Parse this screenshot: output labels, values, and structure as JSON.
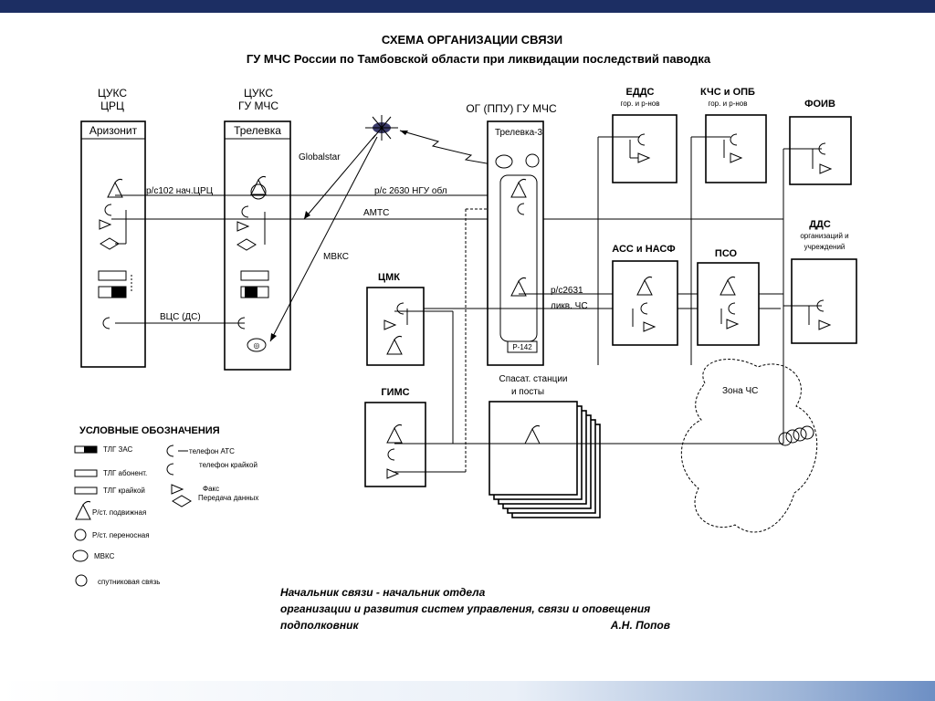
{
  "title": {
    "line1": "СХЕМА ОРГАНИЗАЦИИ СВЯЗИ",
    "line2": "ГУ МЧС России по Тамбовской области при ликвидации последствий паводка"
  },
  "nodes": {
    "cuks_crc": {
      "title1": "ЦУКС",
      "title2": "ЦРЦ",
      "inner": "Аризонит"
    },
    "cuks_gu": {
      "title1": "ЦУКС",
      "title2": "ГУ МЧС",
      "inner": "Трелевка"
    },
    "og": {
      "title": "ОГ (ППУ) ГУ МЧС",
      "inner": "Трелевка-3",
      "bottom_label": "Р-142"
    },
    "edds": {
      "title1": "ЕДДС",
      "title2": "гор. и р-нов"
    },
    "kchs": {
      "title1": "КЧС и ОПБ",
      "title2": "гор. и р-нов"
    },
    "foiv": {
      "title": "ФОИВ"
    },
    "dds": {
      "title1": "ДДС",
      "title2": "организаций и",
      "title3": "учреждений"
    },
    "ass": {
      "title": "АСС и НАСФ"
    },
    "pso": {
      "title": "ПСО"
    },
    "cmk": {
      "title": "ЦМК"
    },
    "gims": {
      "title": "ГИМС"
    },
    "rescue": {
      "title1": "Спасат. станции",
      "title2": "и посты"
    },
    "zone": {
      "label": "Зона ЧС"
    }
  },
  "links": {
    "globalstar": "Globalstar",
    "rs102": "р/с102 нач.ЦРЦ",
    "rs2630": "р/с 2630 НГУ обл",
    "amts": "АМТС",
    "mvks": "МВКС",
    "vcs": "ВЦС (ДС)",
    "rs2631": "р/с2631",
    "likv": "ликв. ЧС"
  },
  "legend": {
    "title": "УСЛОВНЫЕ ОБОЗНАЧЕНИЯ",
    "items": [
      "ТЛГ ЗАС",
      "ТЛГ абонент.",
      "ТЛГ крайкой",
      "Р/ст. подвижная",
      "Р/ст. переносная",
      "МВКС",
      "спутниковая связь"
    ],
    "items_right": [
      "телефон АТС",
      "телефон крайкой",
      "Факс",
      "Передача данных"
    ]
  },
  "signature": {
    "line1": "Начальник связи - начальник отдела",
    "line2": "организации и развития систем управления, связи и оповещения",
    "rank": "подполковник",
    "name": "А.Н. Попов"
  }
}
